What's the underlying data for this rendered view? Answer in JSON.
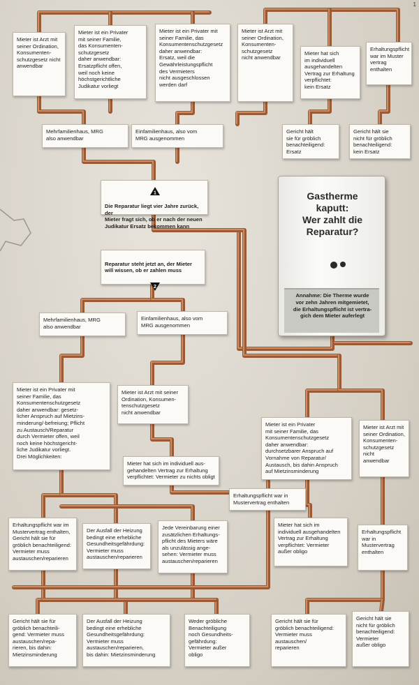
{
  "heater": {
    "title": "Gastherme\nkaputt:\nWer zahlt die\nReparatur?",
    "note": "Annahme: Die Therme wurde\nvor zehn Jahren mitgemietet,\ndie Erhaltungspflicht ist vertra-\ngich dem Mieter auferlegt"
  },
  "page_marker": "1",
  "nodes": {
    "n1": "Mieter ist Arzt mit\nseiner Ordination,\nKonsumenten-\nschutzgesetz nicht\nanwendbar",
    "n2": "Mieter ist ein Privater\nmit seiner Familie,\ndas Konsumenten-\nschutzgesetz\ndaher anwendbar:\nErsatzpflicht offen,\nweil noch keine\nhöchstgerichtliche\nJudikatur vorliegt",
    "n3": "Mieter ist ein Privater mit\nseiner Familie, das\nKonsumentenschutzgesetz\ndaher anwendbar:\nErsatz, weil die\nGewährleistungspflicht\ndes Vermieters\nnicht ausgeschlossen\nwerden darf",
    "n4": "Mieter ist Arzt mit\nseiner Ordination,\nKonsumenten-\nschutzgesetz\nnicht anwendbar",
    "n5": "Mieter hat sich\nim individuell\nausgehandelten\nVertrag zur Erhaltung\nverpflichtet:\nkein Ersatz",
    "n6": "Erhaltungspflicht\nwar im Muster\nvertrag enthalten",
    "n7": "Mehrfamilienhaus, MRG\nalso anwendbar",
    "n8": "Einfamilienhaus, also vom\nMRG ausgenommen",
    "n9": "Gericht hält\nsie für gröblich\nbenachteiligend:\nErsatz",
    "n10": "Gericht hält sie\nnicht für gröblich\nbenachteiligend:\nkein Ersatz",
    "n11": "Die Reparatur liegt vier Jahre zurück, der\nMieter fragt sich, ob er nach der neuen\nJudikatur Ersatz bekommen kann",
    "n12": "Reparatur steht jetzt an, der Mieter\nwill wissen, ob er zahlen muss",
    "n13": "Mehrfamilienhaus, MRG\nalso anwendbar",
    "n14": "Einfamilienhaus, also vom\nMRG ausgenommen",
    "n15": "Mieter ist ein Privater mit\nseiner Familie, das\nKonsumentenschutzgesetz\ndaher anwendbar: gesetz-\nlicher Anspruch auf Mietzins-\nminderung/-befreiung; Pflicht\nzu Austausch/Reparatur\ndurch Vermieter offen, weil\nnoch keine höchstgericht-\nliche Judikatur vorliegt.\nDrei Möglichkeiten:",
    "n16": "Mieter ist Arzt mit seiner\nOrdination, Konsumen-\ntenschutzgesetz\nnicht anwendbar",
    "n17": "Mieter ist ein Privater\nmit seiner Familie, das\nKonsumentenschutzgesetz\ndaher anwendbar:\ndurchsetzbarer Anspruch auf\nVornahme von Reparatur/\nAustausch, bis dahin Anspruch\nauf Mietzinsminderung",
    "n18": "Mieter ist Arzt mit\nseiner Ordination,\nKonsumenten-\nschutzgesetz\nnicht\nanwendbar",
    "n19": "Mieter hat sich im individuell aus-\ngehandelten Vertrag zur Erhaltung\nverpflichtet: Vermieter zu nichts obligt",
    "n20": "Erhaltungspflicht war in\nMustervertrag enthalten",
    "n21": "Erhaltungspflicht war im\nMustervertrag enthalten,\nGericht hält sie für\ngröblich benachteiligend:\nVermieter muss\naustauschen/reparieren",
    "n22": "Der Ausfall der Heizung\nbedingt eine erhebliche\nGesundheitsgefährdung:\nVermieter muss\naustauschen/reparieren",
    "n23": "Jede Vereinbarung einer\nzusätzlichen Erhaltungs-\npflicht des Mieters wäre\nals unzulässig ange-\nsehen: Vermieter muss\naustauschen/reparieren",
    "n24": "Mieter hat sich im\nindividuell ausgehandelten\nVertrag zur Erhaltung\nverpflichtet: Vermieter\naußer obligo",
    "n25": "Erhaltungspflicht\nwar in\nMustervertrag\nenthalten",
    "n26": "Gericht hält sie für\ngröblich benachteili-\ngend: Vermieter muss\naustauschen/repa-\nrieren, bis dahin:\nMietzinsminderung",
    "n27": "Der Ausfall der Heizung\nbedingt eine erhebliche\nGesundheitsgefährdung:\nVermieter muss\naustauschen/reparieren,\nbis dahin: Mietzinsminderung",
    "n28": "Weder gröbliche\nBenachteiligung\nnoch Gesundheits-\ngefährdung:\nVermieter außer\nobligo",
    "n29": "Gericht hält sie für\ngröblich benachteiligend:\nVermieter muss\naustauschen/\nreparieren",
    "n30": "Gericht hält sie\nnicht für gröblich\nbenachteiligend:\nVermieter\naußer obligo"
  },
  "markers": {
    "m1": "1",
    "m2": "2"
  },
  "colors": {
    "pipe": "#9a5a36",
    "pipe_highlight": "#d99a6c",
    "wall": "#d9d4cb",
    "note": "#fbfaf6"
  }
}
